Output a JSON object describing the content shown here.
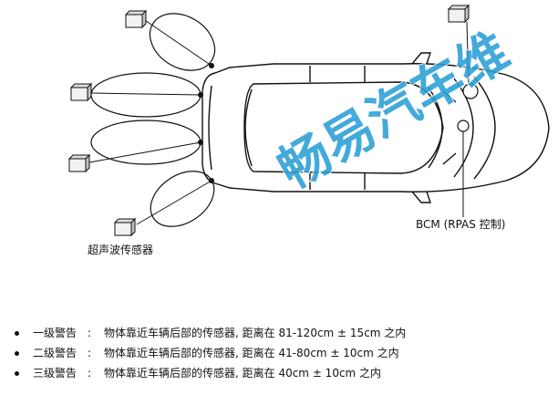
{
  "diagram": {
    "sensor_label": "超声波传感器",
    "bcm_label": "BCM (RPAS 控制)",
    "watermark": "畅易汽车维"
  },
  "warnings": [
    {
      "level": "一级警告",
      "separator": ":",
      "text": "物体靠近车辆后部的传感器, 距离在 81-120cm ± 15cm 之内"
    },
    {
      "level": "二级警告",
      "separator": ":",
      "text": "物体靠近车辆后部的传感器, 距离在 41-80cm ± 10cm 之内"
    },
    {
      "level": "三级警告",
      "separator": ":",
      "text": "物体靠近车辆后部的传感器, 距离在 40cm ± 10cm 之内"
    }
  ],
  "colors": {
    "line": "#111111",
    "watermark": "#2a9fd6"
  }
}
